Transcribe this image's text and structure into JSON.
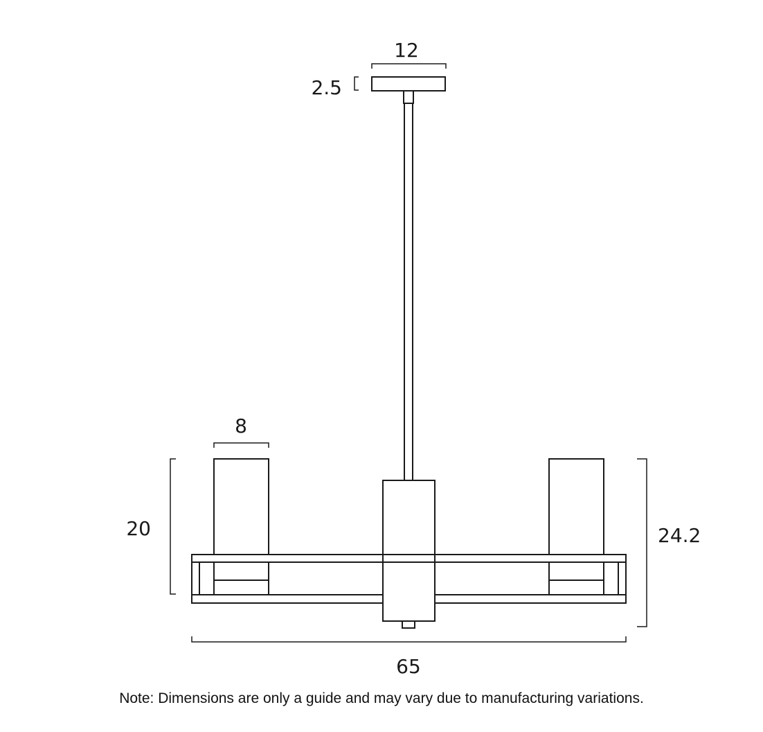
{
  "dimensions": {
    "canopy_width": "12",
    "canopy_height": "2.5",
    "shade_width": "8",
    "shade_height": "20",
    "overall_height": "24.2",
    "overall_width": "65"
  },
  "note": "Note: Dimensions are only a guide and may vary due to manufacturing variations."
}
